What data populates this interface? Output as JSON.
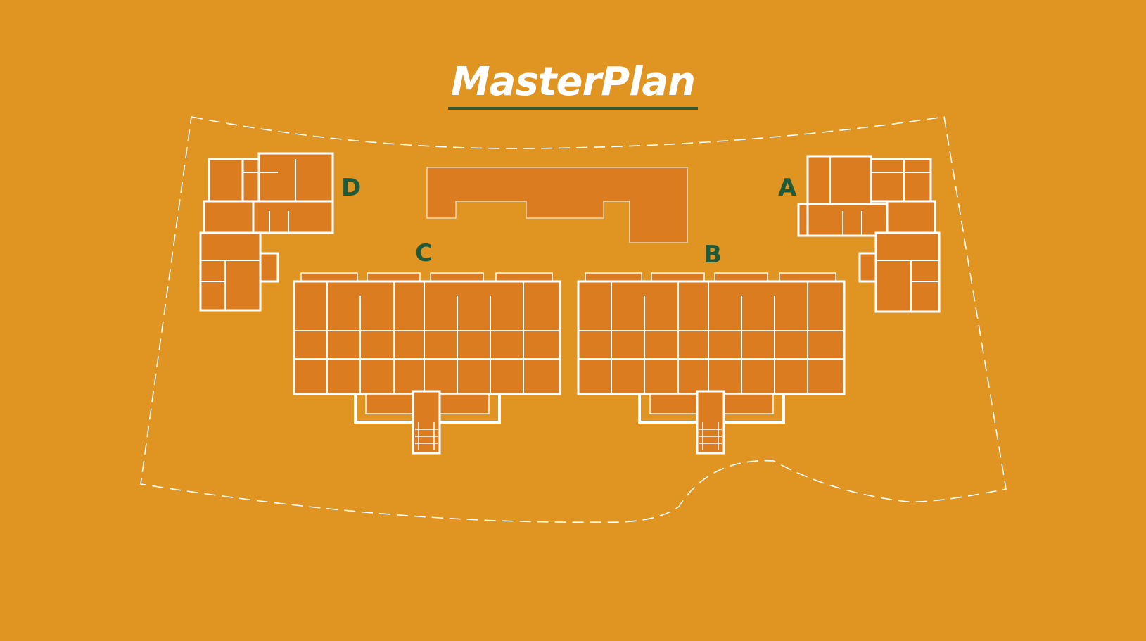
{
  "title": "MasterPlan",
  "buildings": [
    {
      "id": "building-a",
      "label": "A"
    },
    {
      "id": "building-b",
      "label": "B"
    },
    {
      "id": "building-c",
      "label": "C"
    },
    {
      "id": "building-d",
      "label": "D"
    }
  ],
  "colors": {
    "background": "#E09421",
    "footprint": "#DA7C1F",
    "lines": "#FFFFFF",
    "label": "#1F5A3A",
    "underline": "#2F5A35"
  }
}
